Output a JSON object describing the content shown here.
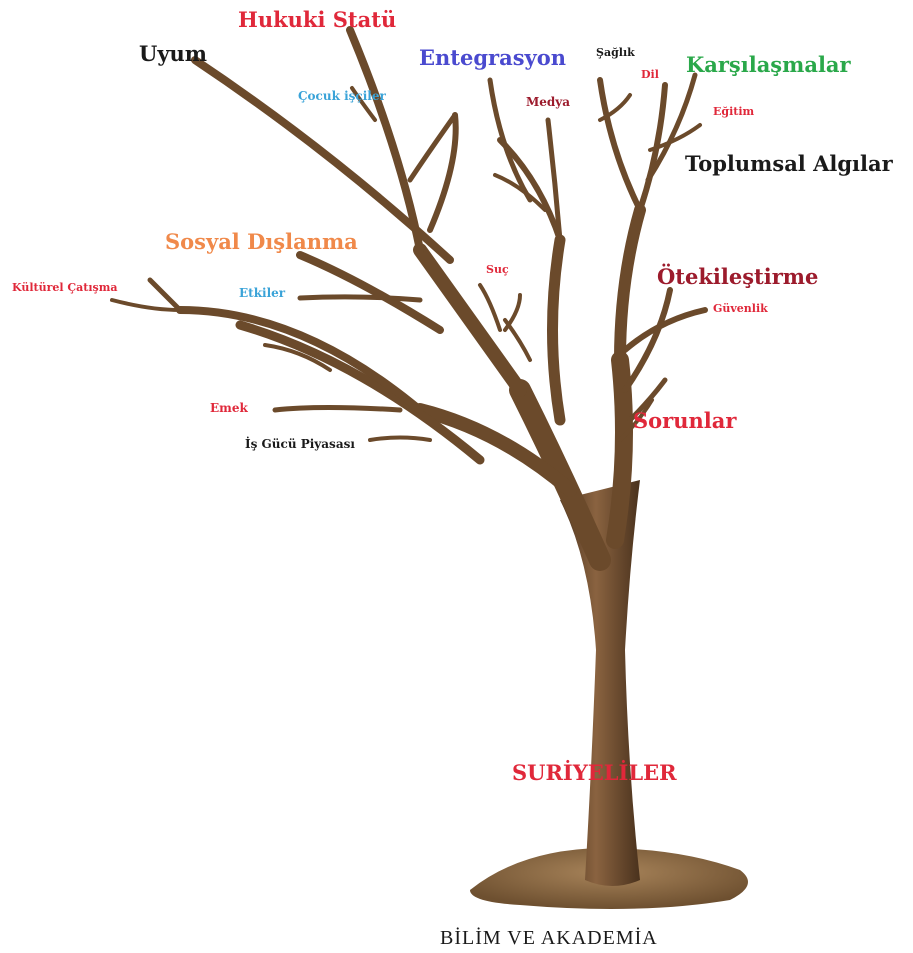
{
  "colors": {
    "red": "#e0283a",
    "dark_red": "#9c1b2c",
    "blue": "#4a4acf",
    "light_blue": "#3aa3d8",
    "green": "#2aa84a",
    "orange": "#f0894a",
    "black": "#1a1a1a",
    "trunk": "#6b4a2b",
    "ground": "#8a6a45"
  },
  "labels": {
    "hukuki_statu": "Hukuki Statü",
    "uyum": "Uyum",
    "entegrasyon": "Entegrasyon",
    "saglik": "Şağlık",
    "dil": "Dil",
    "karsilasmalar": "Karşılaşmalar",
    "cocuk_isciler": "Çocuk işçiler",
    "medya": "Medya",
    "egitim": "Eğitim",
    "toplumsal_algilar": "Toplumsal Algılar",
    "sosyal_dislanma": "Sosyal Dışlanma",
    "suc": "Suç",
    "otekilestirme": "Ötekileştirme",
    "kulturel_catisma": "Kültürel Çatışma",
    "etkiler": "Etkiler",
    "guvenlik": "Güvenlik",
    "emek": "Emek",
    "sorunlar": "Sorunlar",
    "is_gucu_piyasasi": "İş Gücü Piyasası",
    "suriyeliler": "SURİYELİLER",
    "footer": "BİLİM VE AKADEMİA"
  }
}
